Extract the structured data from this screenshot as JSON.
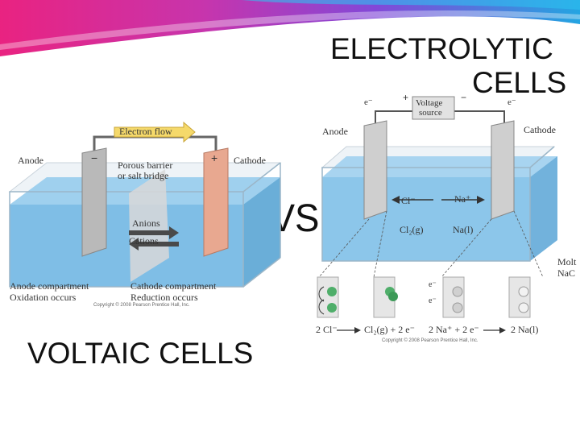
{
  "slide": {
    "title_right_line1": "ELECTROLYTIC",
    "title_right_line2": "CELLS",
    "vs": "VS",
    "title_left": "VOLTAIC CELLS",
    "banner_colors": [
      "#e8177a",
      "#7b3fd6",
      "#18a0e0"
    ]
  },
  "voltaic": {
    "electron_flow": "Electron flow",
    "anode": "Anode",
    "minus": "−",
    "cathode": "Cathode",
    "plus": "+",
    "porous_line1": "Porous barrier",
    "porous_line2": "or salt bridge",
    "anions": "Anions",
    "cations": "Cations",
    "anode_compartment": "Anode compartment",
    "oxidation": "Oxidation occurs",
    "cathode_compartment": "Cathode compartment",
    "reduction": "Reduction occurs",
    "copyright": "Copyright © 2008 Pearson Prentice Hall, Inc."
  },
  "electrolytic": {
    "e_left": "e⁻",
    "plus": "+",
    "voltage_line1": "Voltage",
    "voltage_line2": "source",
    "minus": "−",
    "e_right": "e⁻",
    "anode": "Anode",
    "cathode": "Cathode",
    "cl_minus": "Cl⁻",
    "na_plus": "Na⁺",
    "cl2g": "Cl₂(g)",
    "nal": "Na(l)",
    "molten_line1": "Molt",
    "molten_line2": "NaC",
    "eq_left": "2 Cl⁻",
    "eq_mid1": "Cl₂(g) + 2 e⁻",
    "eq_mid2": "2 Na⁺ + 2 e⁻",
    "eq_right": "2 Na(l)",
    "e_minus_1": "e⁻",
    "e_minus_2": "e⁻",
    "copyright": "Copyright © 2008 Pearson Prentice Hall, Inc."
  }
}
